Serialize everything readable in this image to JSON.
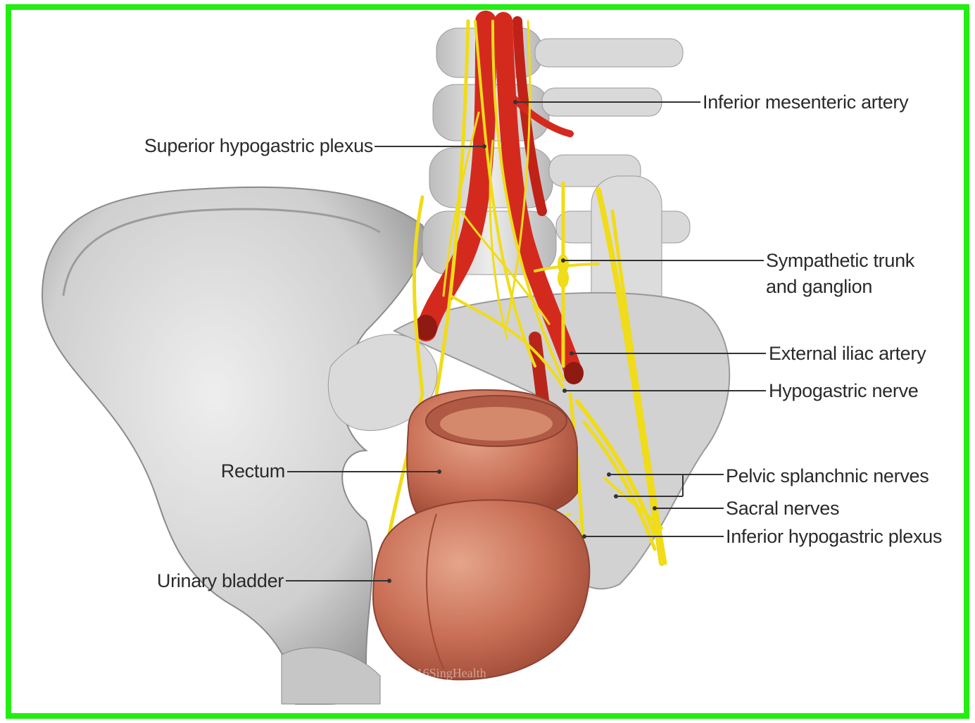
{
  "labels": {
    "inferior_mesenteric_artery": "Inferior mesenteric artery",
    "superior_hypogastric_plexus": "Superior hypogastric plexus",
    "sympathetic_trunk_line1": "Sympathetic trunk",
    "sympathetic_trunk_line2": "and ganglion",
    "external_iliac_artery": "External iliac artery",
    "hypogastric_nerve": "Hypogastric nerve",
    "rectum": "Rectum",
    "pelvic_splanchnic_nerves": "Pelvic splanchnic nerves",
    "sacral_nerves": "Sacral nerves",
    "inferior_hypogastric_plexus": "Inferior hypogastric plexus",
    "urinary_bladder": "Urinary bladder"
  },
  "colors": {
    "frame": "#22ee11",
    "bone": "#d8d8d8",
    "artery": "#d42a1e",
    "nerve": "#f2e21a",
    "organ": "#c9735a",
    "leader": "#333333"
  }
}
